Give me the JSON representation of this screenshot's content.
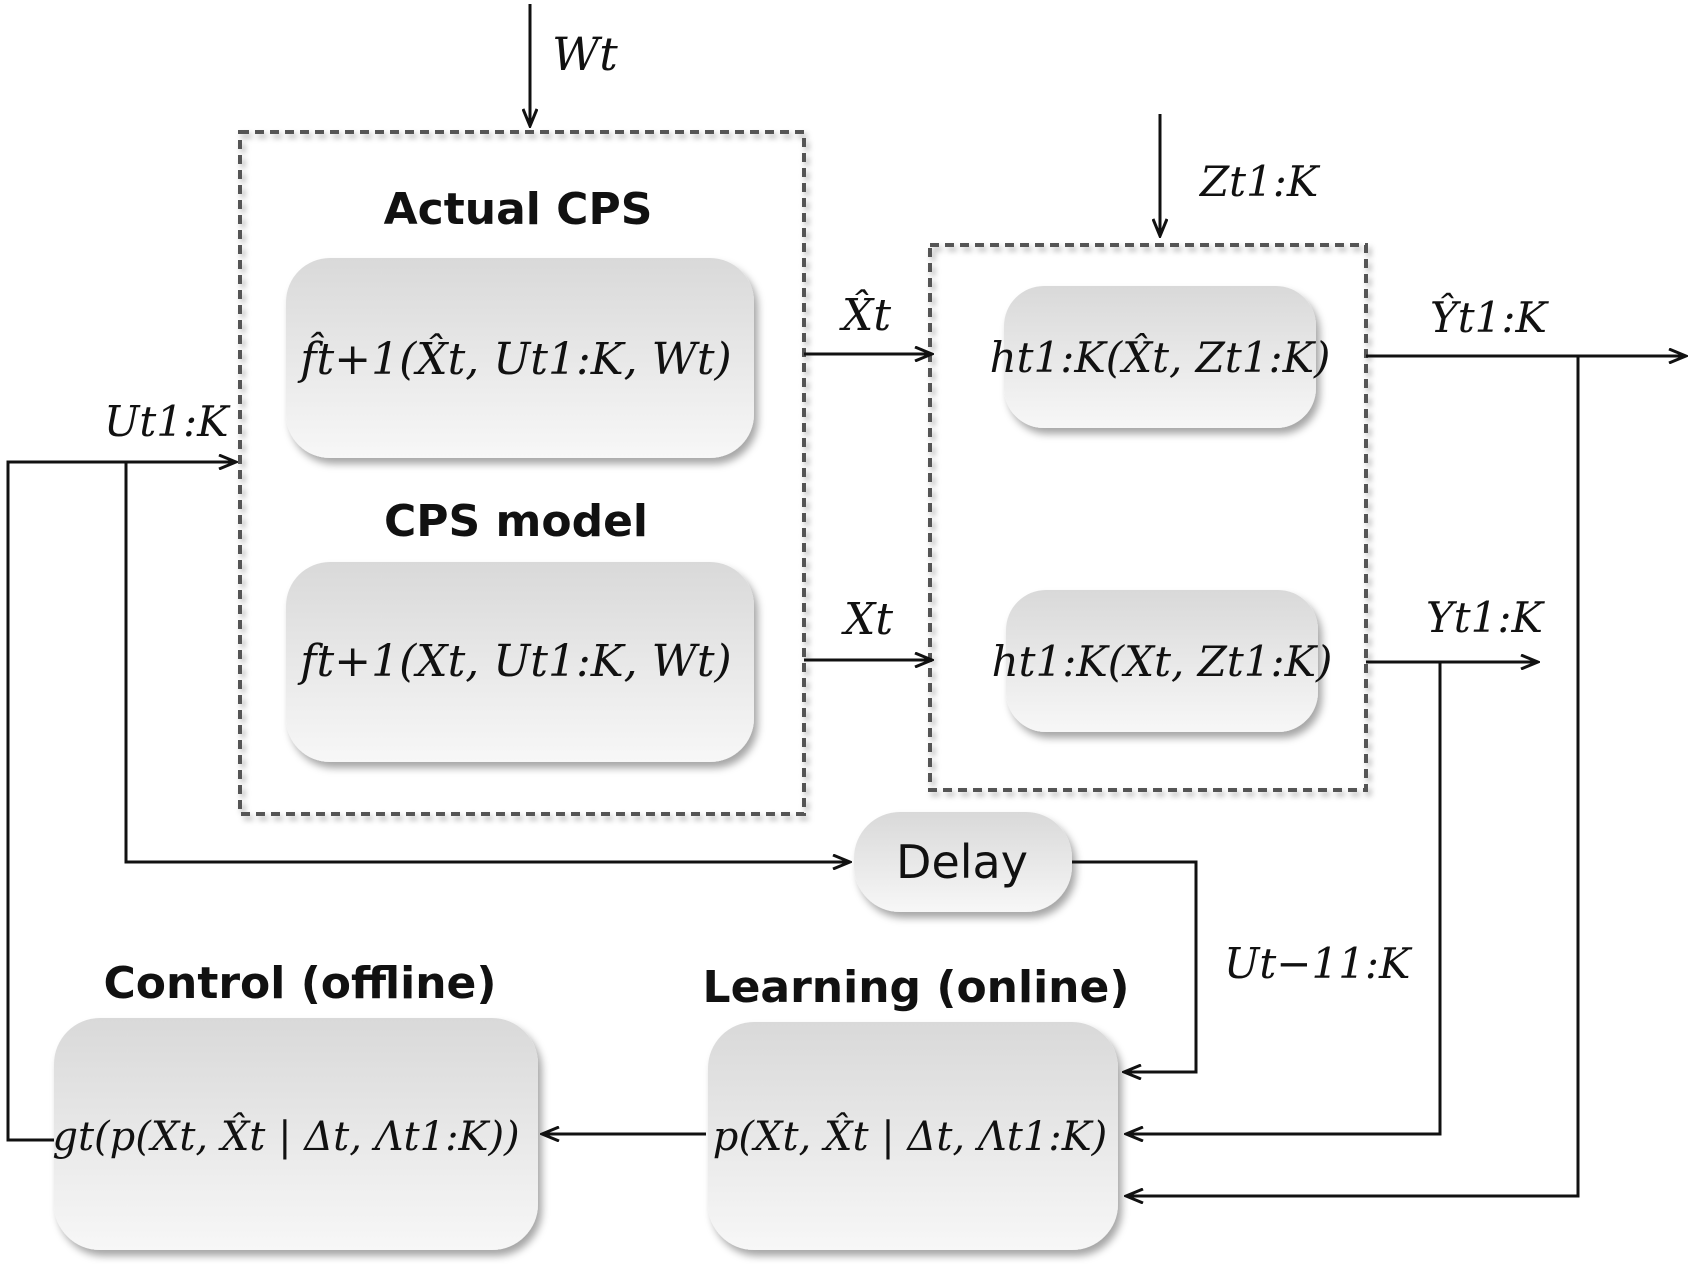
{
  "labels": {
    "actual_cps_title": "Actual CPS",
    "cps_model_title": "CPS model",
    "control_title": "Control (offline)",
    "learning_title": "Learning (online)",
    "delay": "Delay"
  },
  "formulas": {
    "actual_cps": "f̂t+1(X̂t, Ut1:K, Wt)",
    "cps_model": "ft+1(Xt, Ut1:K, Wt)",
    "h_actual": "ht1:K(X̂t, Zt1:K)",
    "h_model": "ht1:K(Xt, Zt1:K)",
    "control": "gt(p(Xt, X̂t | Δt, Λt1:K))",
    "learning": "p(Xt, X̂t | Δt, Λt1:K)"
  },
  "signals": {
    "W": "Wt",
    "Z": "Zt1:K",
    "U": "Ut1:K",
    "X_hat": "X̂t",
    "X": "Xt",
    "Y_hat": "Ŷt1:K",
    "Y": "Yt1:K",
    "U_prev": "Ut−11:K"
  }
}
